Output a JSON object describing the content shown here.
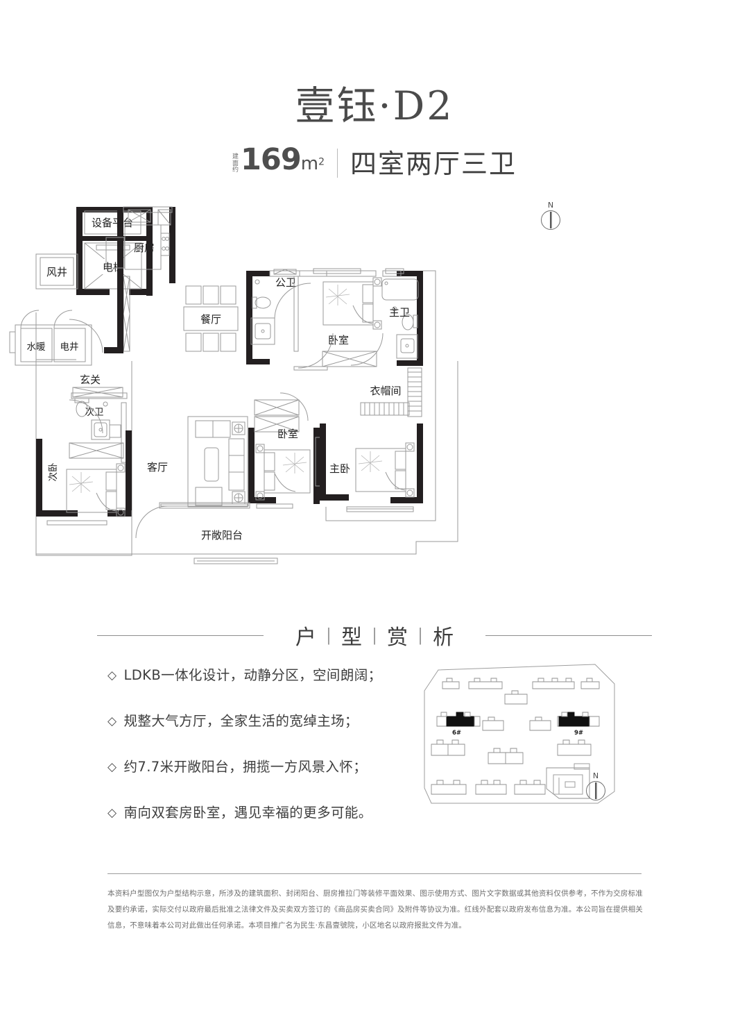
{
  "header": {
    "title": "壹钰·D2",
    "area_prefix_lines": [
      "建",
      "面",
      "约"
    ],
    "area_prefix": "建面约",
    "area_number": "169",
    "area_unit": "m",
    "area_sup": "2",
    "room_type": "四室两厅三卫"
  },
  "floorplan": {
    "compass_label": "N",
    "rooms": {
      "equipment_platform": "设备平台",
      "elevator": "电梯",
      "air_shaft": "风井",
      "water_heating": "水暖",
      "electrical_shaft": "电井",
      "kitchen": "厨房",
      "dining": "餐厅",
      "entry": "玄关",
      "public_bath": "公卫",
      "bedroom_ne": "卧室",
      "master_bath": "主卫",
      "walk_in_closet": "衣帽间",
      "second_bath": "次卫",
      "second_bedroom": "次卧",
      "living_room": "客厅",
      "bedroom_s": "卧室",
      "master_bedroom": "主卧",
      "open_balcony": "开敞阳台"
    }
  },
  "section": {
    "title_chars": [
      "户",
      "型",
      "赏",
      "析"
    ],
    "separator": "|"
  },
  "features": [
    {
      "bullet": "◇",
      "text": "LDKB一体化设计，动静分区，空间朗阔；"
    },
    {
      "bullet": "◇",
      "text": "规整大气方厅，全家生活的宽绰主场；"
    },
    {
      "bullet": "◇",
      "text": "约7.7米开敞阳台，拥揽一方风景入怀；"
    },
    {
      "bullet": "◇",
      "text": "南向双套房卧室，遇见幸福的更多可能。"
    }
  ],
  "siteplan": {
    "highlighted_buildings": [
      "6#",
      "9#"
    ],
    "building_6_label": "6#",
    "building_9_label": "9#",
    "compass_label": "N"
  },
  "disclaimer": {
    "text": "本资料户型图仅为户型结构示意，所涉及的建筑面积、封闭阳台、厨房推拉门等装修平面效果、图示使用方式、图片文字数据或其他资料仅供参考，不作为交房标准及要约承诺，实际交付以政府最后批准之法律文件及买卖双方签订的《商品房买卖合同》及附件等协议为准。红线外配套以政府发布信息为准。本公司旨在提供相关信息，不意味着本公司对此做出任何承诺。本项目推广名为民生·东昌壹號院，小区地名以政府报批文件为准。"
  },
  "colors": {
    "wall": "#231f20",
    "line": "#8a8a8a",
    "text": "#3a3a3a",
    "rule": "#8d8d8d"
  }
}
